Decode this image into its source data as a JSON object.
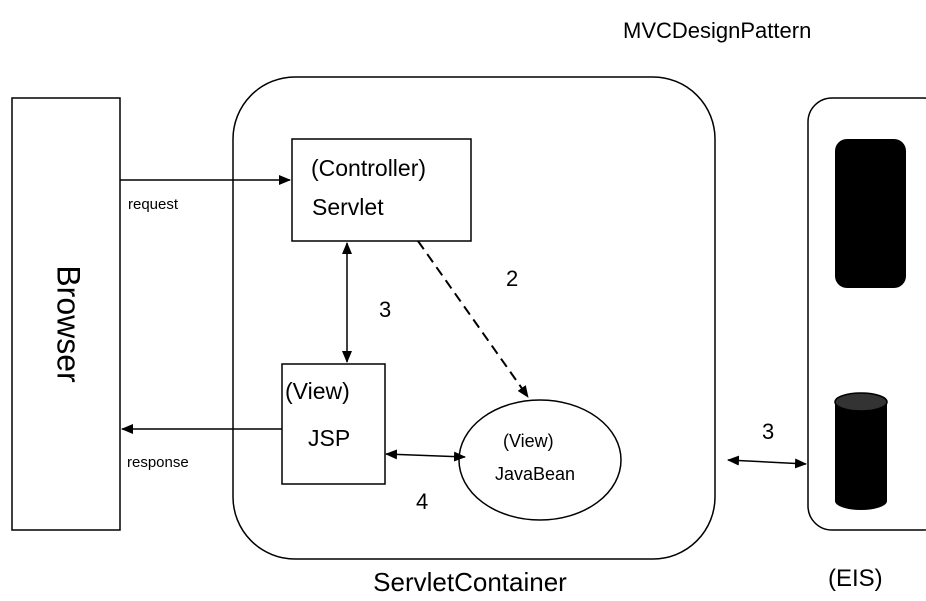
{
  "title": "MVCDesignPattern",
  "browser": {
    "label": "Browser"
  },
  "container": {
    "label": "ServletContainer"
  },
  "controller": {
    "line1": "(Controller)",
    "line2": "Servlet"
  },
  "jsp": {
    "line1": "(View)",
    "line2": "JSP"
  },
  "javabean": {
    "line1": "(View)",
    "line2": "JavaBean"
  },
  "eis": {
    "label": "(EIS)"
  },
  "edges": {
    "request": "request",
    "response": "response",
    "servlet_javabean": "2",
    "servlet_jsp": "3",
    "jsp_javabean": "4",
    "javabean_eis": "3"
  },
  "colors": {
    "line": "#000000",
    "fill_dark": "#000000",
    "background": "#ffffff"
  }
}
